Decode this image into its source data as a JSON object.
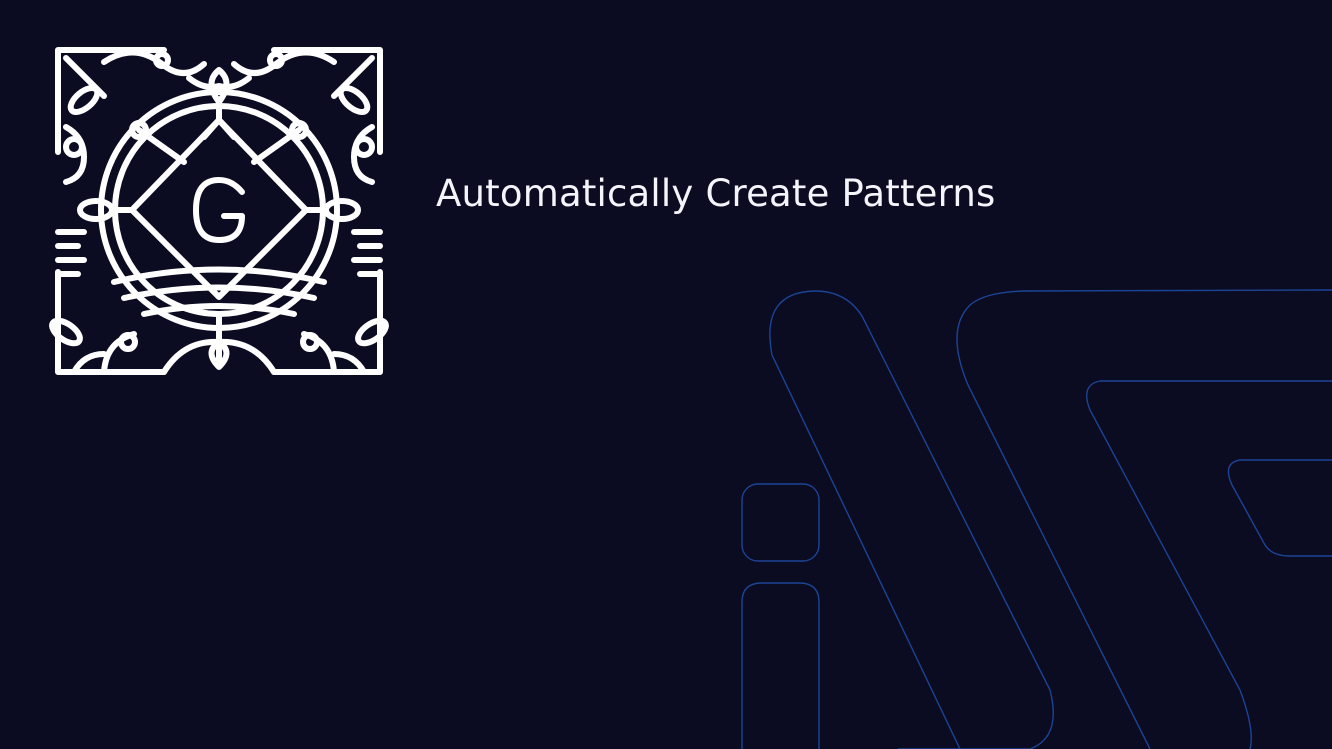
{
  "slide": {
    "title": "Automatically Create Patterns",
    "logo_letter": "G",
    "logo_icon": "gutenberg-logo-icon",
    "background_graphic": "wp-monogram-outline",
    "colors": {
      "background": "#0b0b22",
      "text": "#f4f5fa",
      "logo": "#ffffff",
      "accent_lines": "#1f4fa8"
    }
  }
}
